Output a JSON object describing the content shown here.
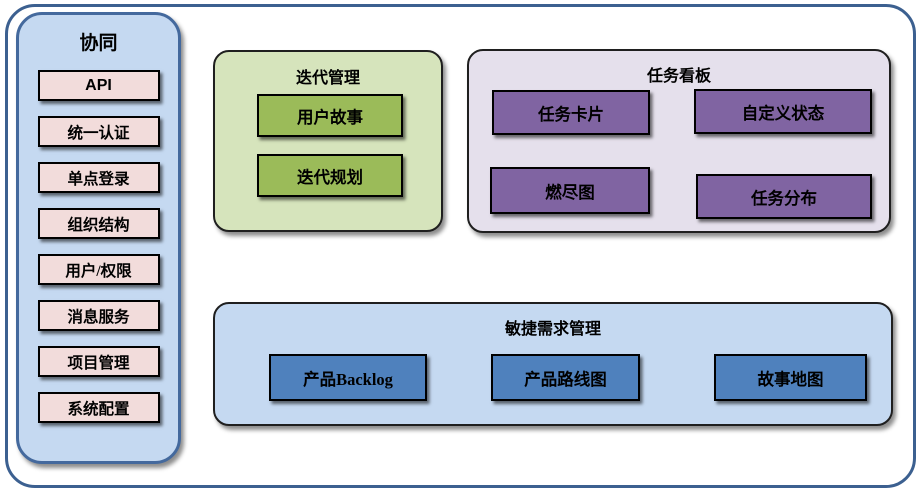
{
  "diagram": {
    "type": "feature-block-diagram",
    "colors": {
      "frame_border": "#3c6090",
      "sidebar_bg": "#c5d9f1",
      "sidebar_border": "#44699d",
      "sidebar_item_bg": "#f2dcdb",
      "iteration_panel_bg": "#d6e4bc",
      "iteration_item_bg": "#9bbb59",
      "taskboard_panel_bg": "#e5e0ec",
      "taskboard_item_bg": "#8064a2",
      "requirements_panel_bg": "#c5d9f1",
      "requirements_item_bg": "#4f81bd",
      "box_border": "#000000",
      "text": "#000000"
    }
  },
  "sidebar": {
    "title": "协同",
    "items": [
      "API",
      "统一认证",
      "单点登录",
      "组织结构",
      "用户/权限",
      "消息服务",
      "项目管理",
      "系统配置"
    ]
  },
  "panels": {
    "iteration": {
      "title": "迭代管理",
      "items": [
        "用户故事",
        "迭代规划"
      ]
    },
    "taskboard": {
      "title": "任务看板",
      "items": [
        "任务卡片",
        "自定义状态",
        "燃尽图",
        "任务分布"
      ]
    },
    "requirements": {
      "title": "敏捷需求管理",
      "items": [
        "产品Backlog",
        "产品路线图",
        "故事地图"
      ]
    }
  }
}
